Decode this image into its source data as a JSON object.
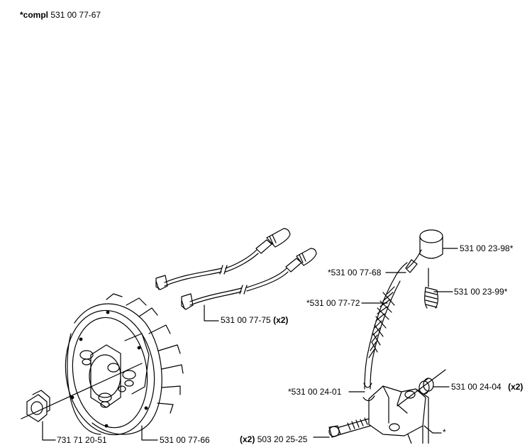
{
  "header": {
    "compl_prefix": "*compl",
    "compl_number": "531 00 77-67"
  },
  "labels": {
    "cap": "531 00 23-98*",
    "spring": "531 00 23-99*",
    "lead": "*531 00 77-68",
    "sleeve": "*531 00 77-72",
    "wires": "531 00 77-75",
    "wires_qty": "(x2)",
    "coil_lead": "*531 00 24-01",
    "spacer": "531 00 24-04",
    "spacer_qty": "(x2)",
    "screw_qty": "(x2)",
    "screw": "503 20 25-25",
    "coil": "*",
    "nut": "731 71 20-51",
    "flywheel": "531 00 77-66"
  }
}
